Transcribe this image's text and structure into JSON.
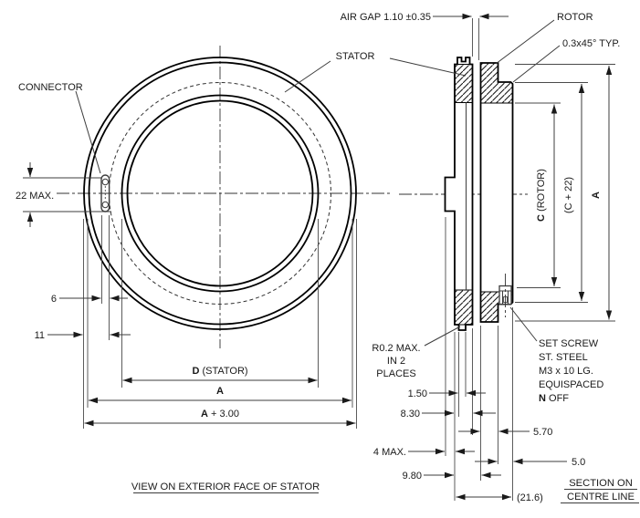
{
  "drawing": {
    "front": {
      "connector": "CONNECTOR",
      "max22": "22 MAX.",
      "d6": "6",
      "d11": "11",
      "d_bold": "D",
      "d_rest": " (STATOR)",
      "a": "A",
      "a3_bold": "A",
      "a3_rest": " + 3.00",
      "title": "VIEW ON EXTERIOR FACE OF STATOR"
    },
    "section": {
      "air_gap": "AIR GAP 1.10 ±0.35",
      "rotor": "ROTOR",
      "chamfer": "0.3x45° TYP.",
      "stator": "STATOR",
      "c_bold": "C",
      "c_rest": " (ROTOR)",
      "c22": "(C + 22)",
      "a": "A",
      "r02_1": "R0.2 MAX.",
      "r02_2": "IN 2",
      "r02_3": "PLACES",
      "ss_1": "SET SCREW",
      "ss_2": "ST. STEEL",
      "ss_3": "M3 x 10 LG.",
      "ss_4": "EQUISPACED",
      "ss5_bold": "N",
      "ss5_rest": " OFF",
      "d150": "1.50",
      "d830": "8.30",
      "d570": "5.70",
      "d4max": "4 MAX.",
      "d50": "5.0",
      "d980": "9.80",
      "d216": "(21.6)",
      "title1": "SECTION ON",
      "title2": "CENTRE LINE"
    },
    "colors": {
      "ink": "#1a1a1a",
      "paper": "#ffffff"
    }
  }
}
